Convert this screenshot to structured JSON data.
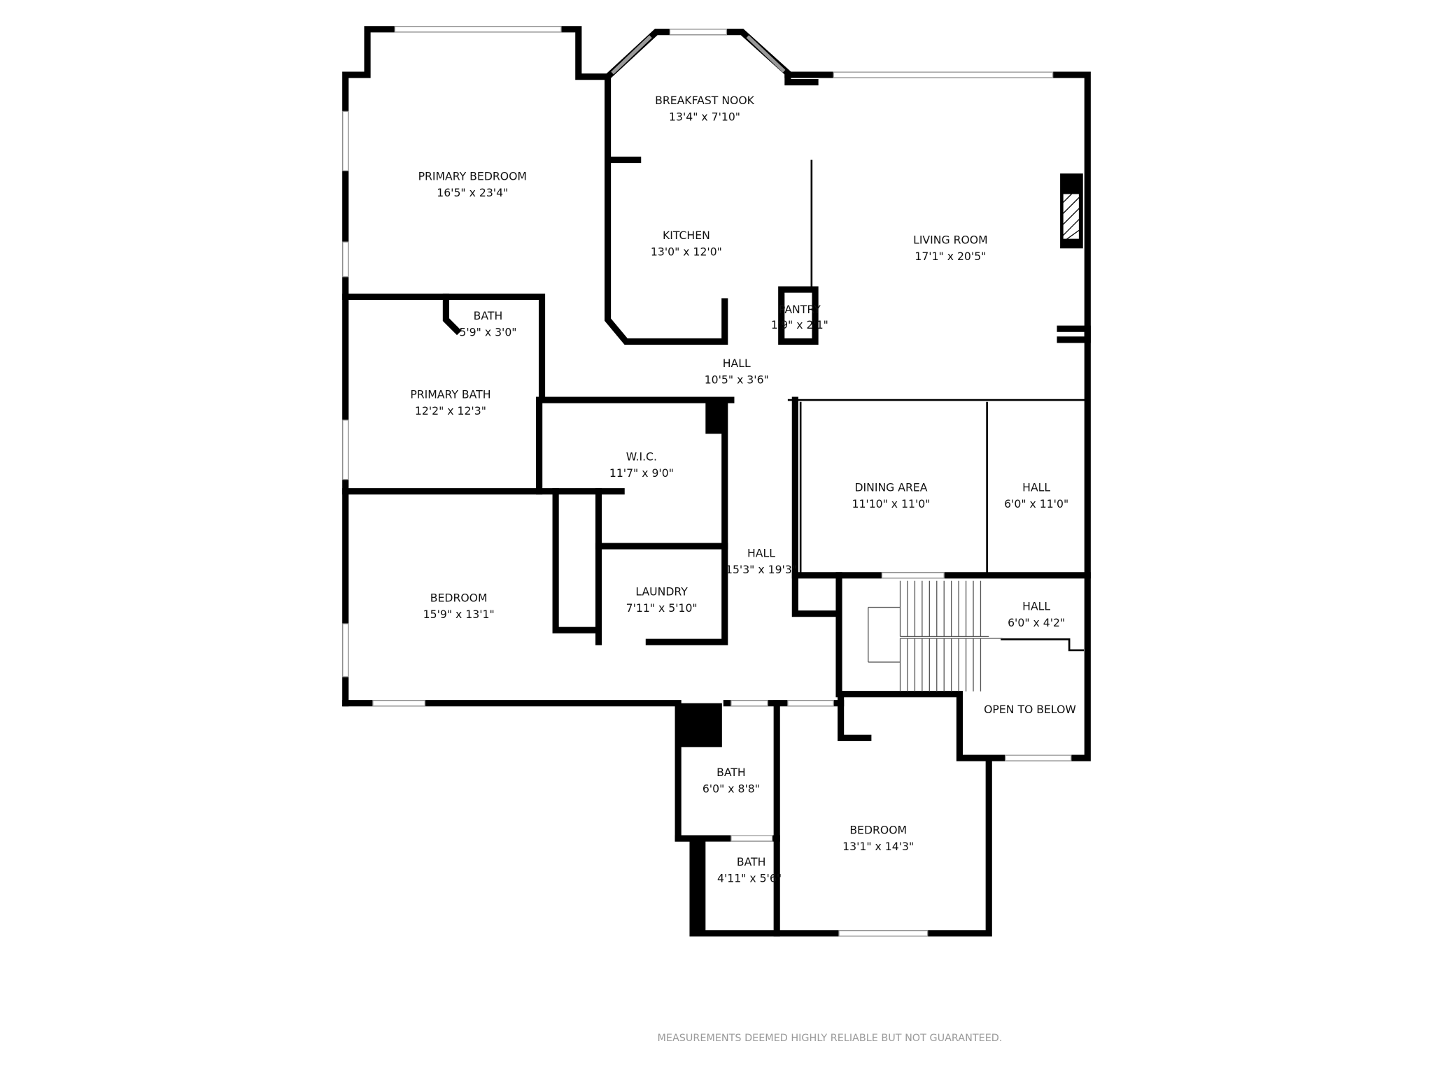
{
  "rooms": [
    {
      "name": "PRIMARY BEDROOM",
      "dims": "16'5\" x 23'4\""
    },
    {
      "name": "BREAKFAST NOOK",
      "dims": "13'4\" x 7'10\""
    },
    {
      "name": "KITCHEN",
      "dims": "13'0\" x 12'0\""
    },
    {
      "name": "LIVING ROOM",
      "dims": "17'1\" x 20'5\""
    },
    {
      "name": "PANTRY",
      "dims": "1'9\" x 2'1\""
    },
    {
      "name": "BATH",
      "dims": "5'9\" x 3'0\""
    },
    {
      "name": "HALL",
      "dims": "10'5\" x 3'6\""
    },
    {
      "name": "PRIMARY BATH",
      "dims": "12'2\" x 12'3\""
    },
    {
      "name": "W.I.C.",
      "dims": "11'7\" x 9'0\""
    },
    {
      "name": "DINING AREA",
      "dims": "11'10\" x 11'0\""
    },
    {
      "name": "HALL",
      "dims": "6'0\" x 11'0\""
    },
    {
      "name": "HALL",
      "dims": "15'3\" x 19'3\""
    },
    {
      "name": "BEDROOM",
      "dims": "15'9\" x 13'1\""
    },
    {
      "name": "LAUNDRY",
      "dims": "7'11\" x 5'10\""
    },
    {
      "name": "HALL",
      "dims": "6'0\" x 4'2\""
    },
    {
      "name": "OPEN TO BELOW",
      "dims": ""
    },
    {
      "name": "BATH",
      "dims": "6'0\" x 8'8\""
    },
    {
      "name": "BEDROOM",
      "dims": "13'1\" x 14'3\""
    },
    {
      "name": "BATH",
      "dims": "4'11\" x 5'6\""
    }
  ],
  "disclaimer": "MEASUREMENTS DEEMED HIGHLY RELIABLE BUT NOT GUARANTEED.",
  "colors": {
    "wall": "#000000",
    "disclaimer": "#9a9a9a"
  }
}
